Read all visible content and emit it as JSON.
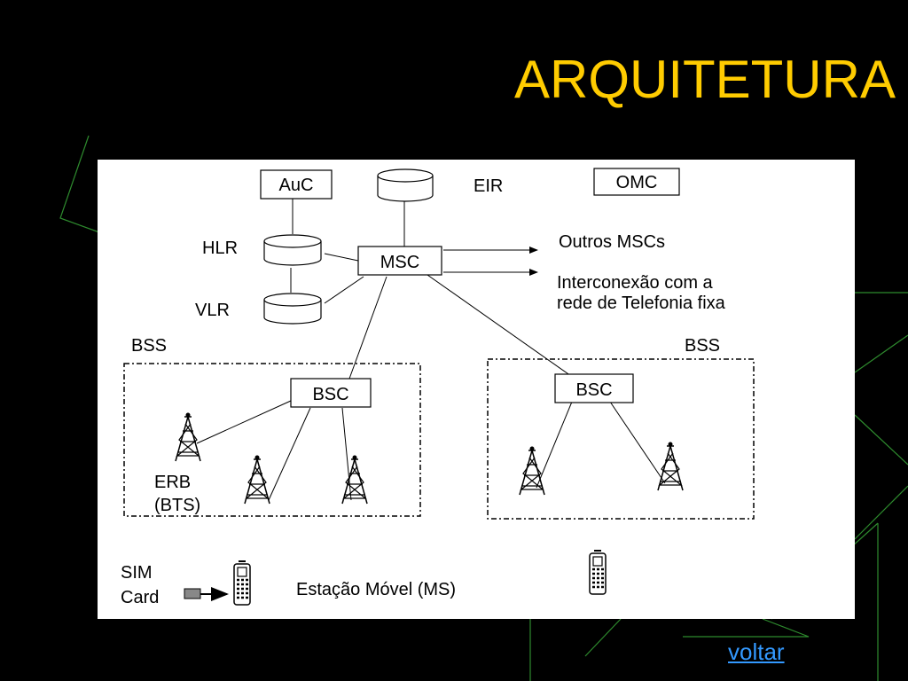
{
  "slide": {
    "title": "ARQUITETURA",
    "back_link": "voltar",
    "colors": {
      "background": "#000000",
      "title": "#FFCC00",
      "link": "#3399FF",
      "accent_lines": "#2E8B2E",
      "panel": "#FFFFFF"
    }
  },
  "diagram": {
    "nodes": {
      "auc": "AuC",
      "eir": "EIR",
      "omc": "OMC",
      "hlr": "HLR",
      "vlr": "VLR",
      "msc": "MSC",
      "bsc_left": "BSC",
      "bsc_right": "BSC"
    },
    "labels": {
      "outros_mscs": "Outros MSCs",
      "interconexao_line1": "Interconexão com a",
      "interconexao_line2": "rede de Telefonia fixa",
      "bss_left": "BSS",
      "bss_right": "BSS",
      "erb_line1": "ERB",
      "erb_line2": "(BTS)",
      "sim_line1": "SIM",
      "sim_line2": "Card",
      "mobile_station": "Estação Móvel (MS)"
    }
  }
}
